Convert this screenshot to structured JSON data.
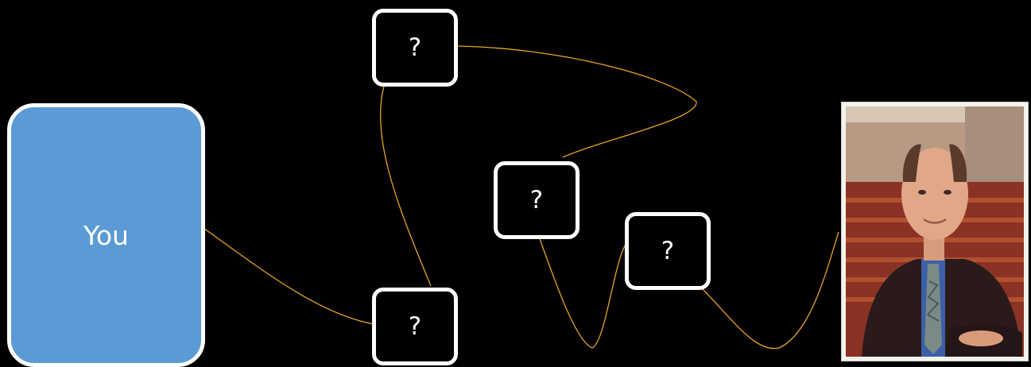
{
  "nodes": {
    "you_label": "You",
    "unknown_labels": [
      "?",
      "?",
      "?",
      "?"
    ]
  },
  "colors": {
    "background": "#000000",
    "you_fill": "#5b9bd5",
    "node_border": "#ffffff",
    "connector": "#e8a224"
  },
  "target": {
    "kind": "photo",
    "description_icon": "person-photo"
  }
}
